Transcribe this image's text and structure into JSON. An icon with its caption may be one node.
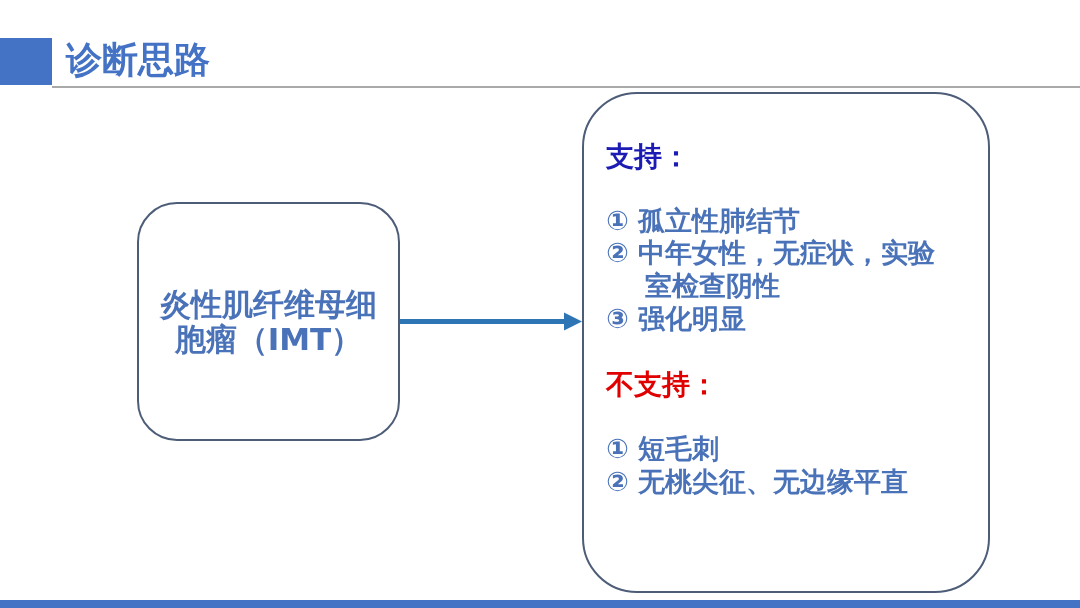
{
  "diagram": {
    "title": "诊断思路",
    "nodes": [
      {
        "text": [
          "炎性肌纤维母细胞瘤（IMT）"
        ]
      },
      {
        "text": [
          "支持：",
          "① 孤立性肺结节",
          "② 中年女性，无症状，实验室检查阴性",
          "③ 强化明显",
          "不支持：",
          "① 短毛刺",
          "② 无桃尖征、无边缘平直"
        ]
      }
    ],
    "edges": [
      {
        "from": 0,
        "to": 1,
        "arrow": "to"
      }
    ]
  }
}
